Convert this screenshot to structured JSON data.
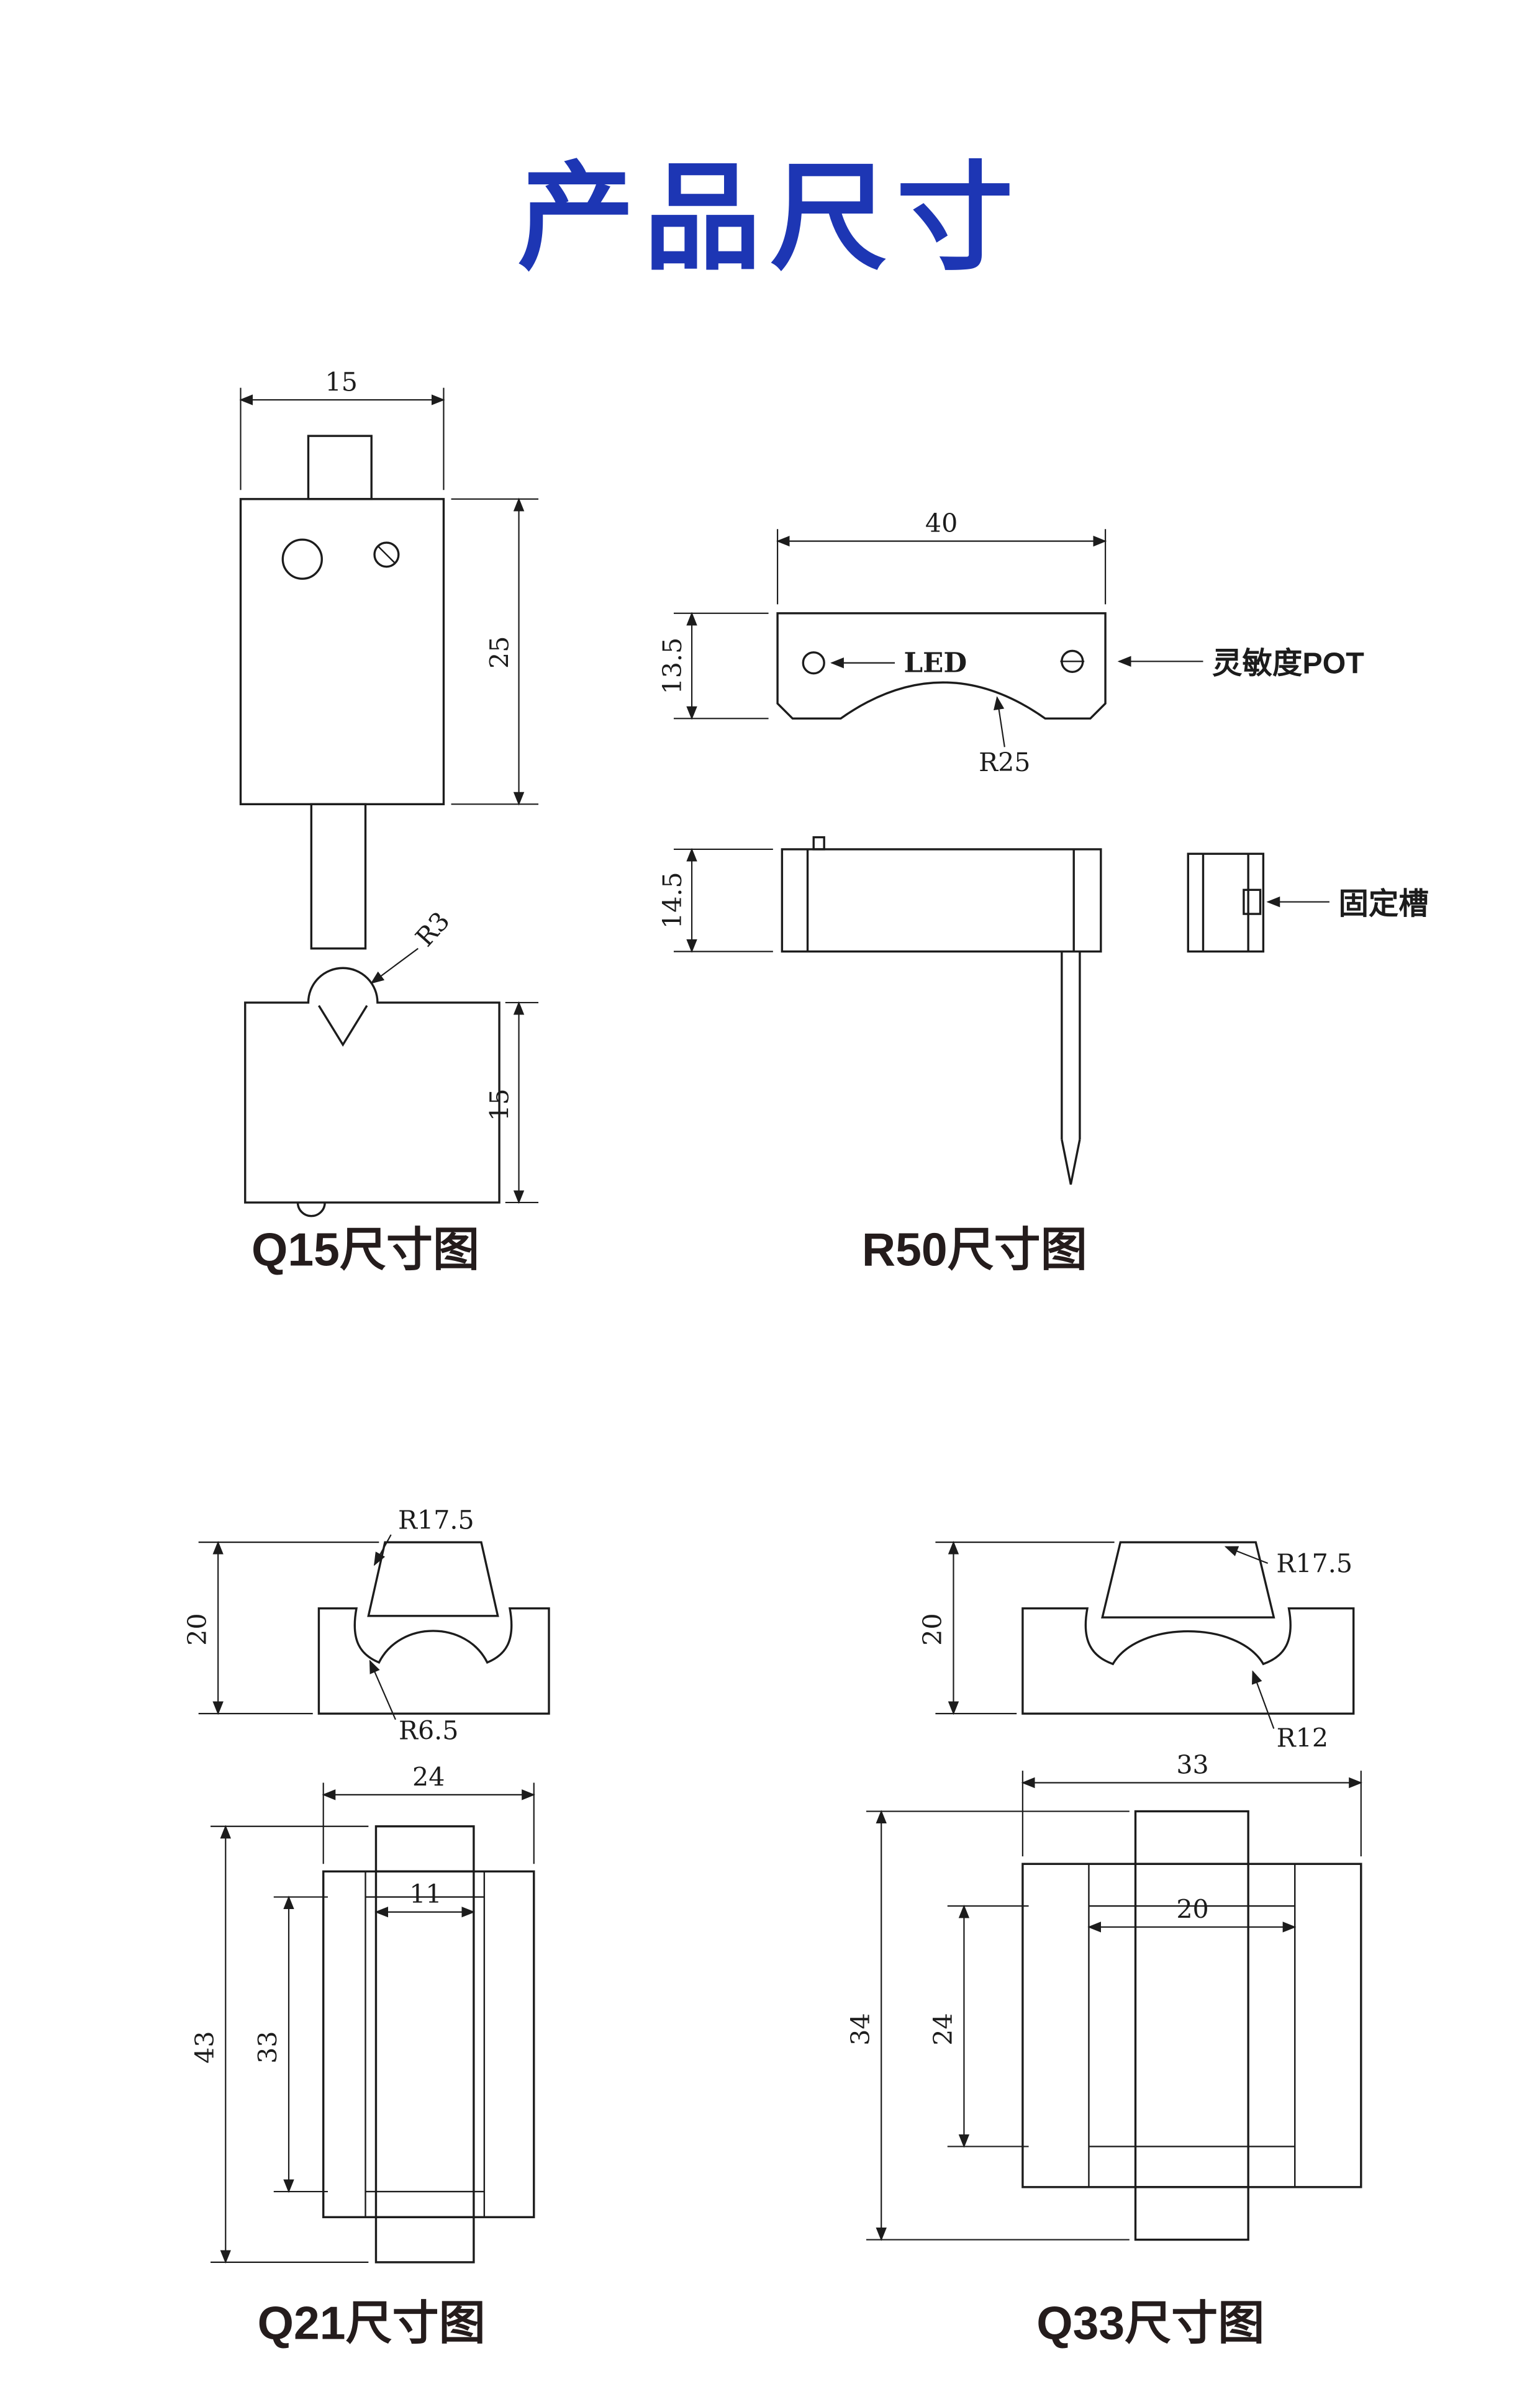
{
  "title": "产品尺寸",
  "q15": {
    "caption": "Q15尺寸图",
    "dim_width": "15",
    "dim_height": "25",
    "dim_lower_height": "15",
    "label_tip_radius": "R3"
  },
  "r50": {
    "caption": "R50尺寸图",
    "dim_width": "40",
    "dim_plate_height": "13.5",
    "dim_side_height": "14.5",
    "label_arc_radius": "R25",
    "label_led": "LED",
    "label_pot": "灵敏度POT",
    "label_slot": "固定槽"
  },
  "q21": {
    "caption": "Q21尺寸图",
    "dim_profile_height": "20",
    "label_radius_top": "R17.5",
    "label_radius_groove": "R6.5",
    "dim_width": "24",
    "dim_slot_width": "11",
    "dim_total_height": "43",
    "dim_inner_height": "33"
  },
  "q33": {
    "caption": "Q33尺寸图",
    "dim_profile_height": "20",
    "label_radius_top": "R17.5",
    "label_radius_groove": "R12",
    "dim_width": "33",
    "dim_slot_width": "20",
    "dim_total_height": "34",
    "dim_inner_height": "24"
  }
}
